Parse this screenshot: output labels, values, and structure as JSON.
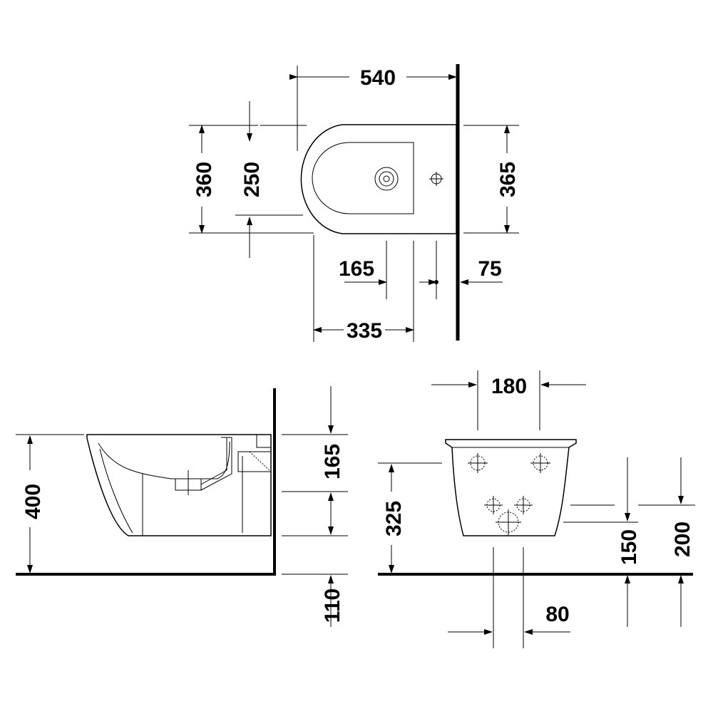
{
  "dimensions": {
    "top_width": "540",
    "top_depth_outer": "360",
    "top_bowl_depth": "250",
    "top_right_depth": "365",
    "top_tap_offset": "165",
    "top_hole_offset": "75",
    "top_bowl_length": "335",
    "side_height": "400",
    "side_rim_to_inlet": "165",
    "side_floor_to_base": "110",
    "front_top_width": "180",
    "front_height": "325",
    "front_drain_height": "150",
    "front_inlet_height": "200",
    "front_drain_spacing": "80"
  }
}
